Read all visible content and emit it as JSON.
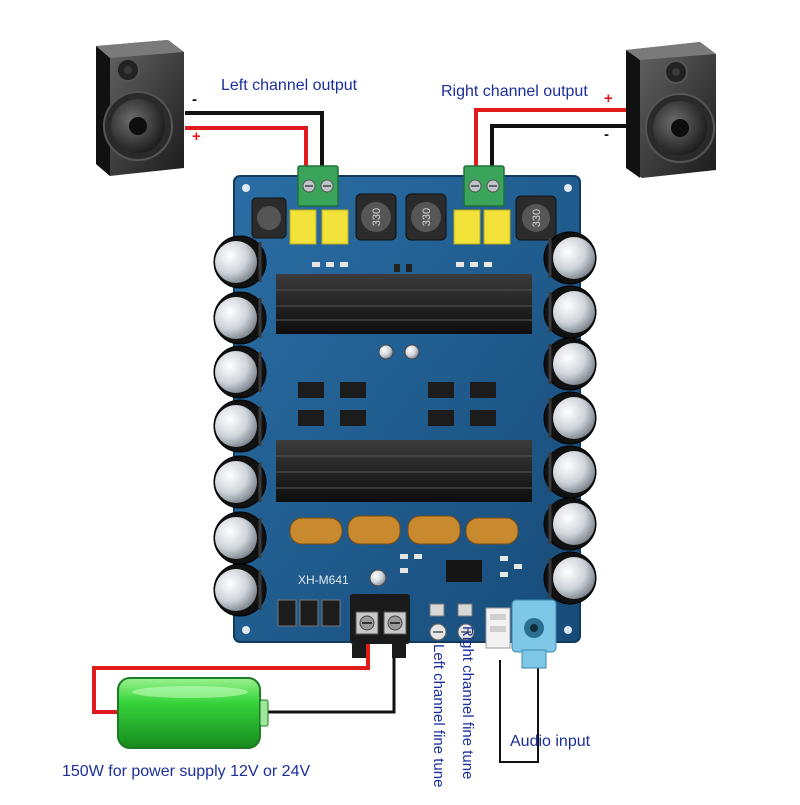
{
  "labels": {
    "left_output": "Left channel output",
    "right_output": "Right channel output",
    "audio_input": "Audio input",
    "power_supply": "150W for power supply 12V or 24V",
    "left_fine_tune": "Left channel fine tune",
    "right_fine_tune": "Right channel fine tune"
  },
  "polarity": {
    "left_minus": "-",
    "left_plus": "+",
    "right_plus": "+",
    "right_minus": "-"
  },
  "board": {
    "model": "XH-M641",
    "inductor_mark": "330"
  },
  "colors": {
    "label_text": "#1a2f9c",
    "pcb": "#1f5c8f",
    "wire_positive": "#e01b1b",
    "wire_negative": "#111111",
    "battery_green": "#2ecc3a",
    "terminal_green": "#3aa55a"
  }
}
